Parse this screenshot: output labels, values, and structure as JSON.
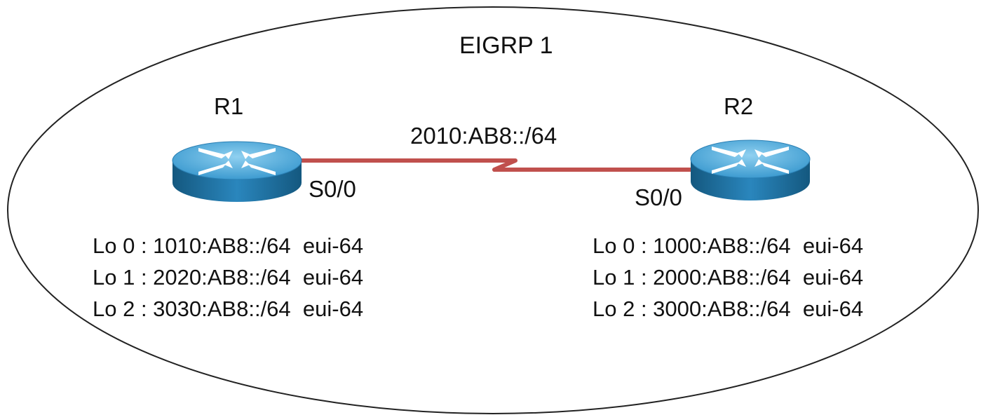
{
  "area": {
    "label": "EIGRP 1"
  },
  "link": {
    "network": "2010:AB8::/64",
    "color": "#c0504d"
  },
  "routers": [
    {
      "name": "R1",
      "interface": "S0/0",
      "icon": "router-icon",
      "loopbacks": [
        "Lo 0 : 1010:AB8::/64  eui-64",
        "Lo 1 : 2020:AB8::/64  eui-64",
        "Lo 2 : 3030:AB8::/64  eui-64"
      ]
    },
    {
      "name": "R2",
      "interface": "S0/0",
      "icon": "router-icon",
      "loopbacks": [
        "Lo 0 : 1000:AB8::/64  eui-64",
        "Lo 1 : 2000:AB8::/64  eui-64",
        "Lo 2 : 3000:AB8::/64  eui-64"
      ]
    }
  ],
  "colors": {
    "router_top": "#4aa8d8",
    "router_side": "#1d6fa3",
    "router_arrows": "#ffffff",
    "area_outline": "#222222"
  }
}
